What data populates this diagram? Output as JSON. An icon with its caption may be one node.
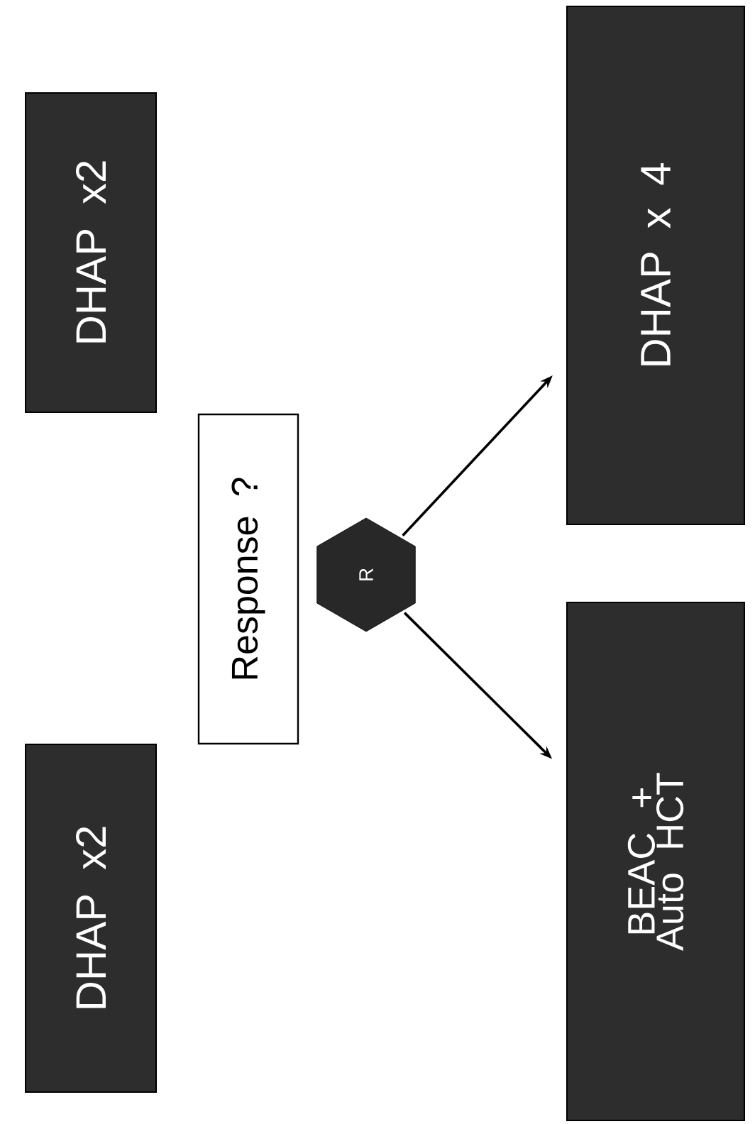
{
  "diagram": {
    "nodes": [
      {
        "text": [
          "DHAP x2"
        ]
      },
      {
        "text": [
          "DHAP x2"
        ]
      },
      {
        "text": [
          "Response ?"
        ]
      },
      {
        "text": [
          "R"
        ]
      },
      {
        "text": [
          "BEAC + Auto HCT"
        ]
      },
      {
        "text": [
          "DHAP x 4"
        ]
      }
    ],
    "edges": [
      {
        "from": 3,
        "to": 4,
        "arrow": "to"
      },
      {
        "from": 3,
        "to": 5,
        "arrow": "to"
      }
    ]
  }
}
